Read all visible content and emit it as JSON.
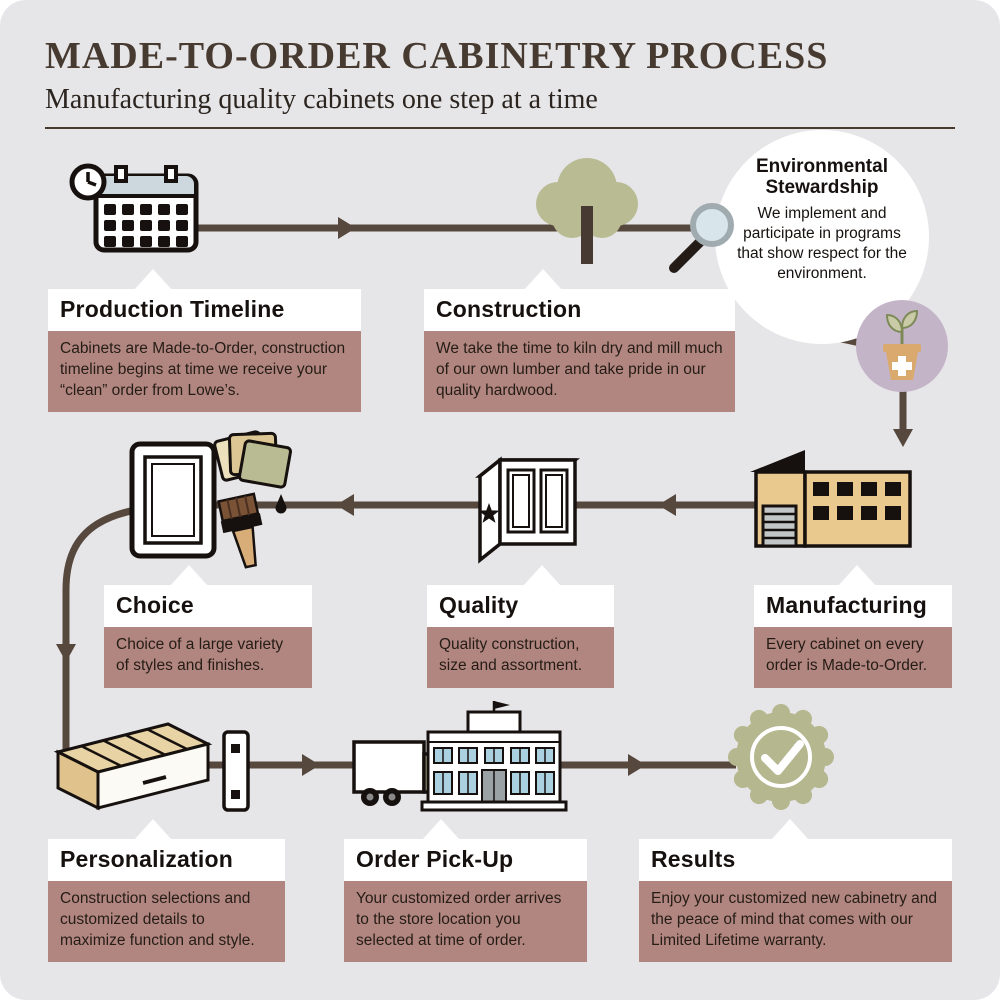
{
  "header": {
    "title": "MADE-TO-ORDER CABINETRY PROCESS",
    "subtitle": "Manufacturing quality cabinets one step at a time"
  },
  "bubble": {
    "title_line1": "Environmental",
    "title_line2": "Stewardship",
    "body": "We implement and participate in programs that show respect for the environment.",
    "icon": "plant-pot-icon"
  },
  "steps": [
    {
      "id": "production-timeline",
      "title": "Production Timeline",
      "desc": "Cabinets are Made-to-Order, construction timeline begins at time we receive your “clean” order  from Lowe’s.",
      "icon": "calendar-clock-icon"
    },
    {
      "id": "construction",
      "title": "Construction",
      "desc": "We take the time to kiln dry and mill much of our own lumber and take pride in our quality hardwood.",
      "icon": "tree-icon, magnifier-icon"
    },
    {
      "id": "manufacturing",
      "title": "Manufacturing",
      "desc": "Every cabinet on every order is Made-to-Order.",
      "icon": "factory-icon"
    },
    {
      "id": "quality",
      "title": "Quality",
      "desc": "Quality construction, size and assortment.",
      "icon": "cabinet-star-icon"
    },
    {
      "id": "choice",
      "title": "Choice",
      "desc": "Choice of a large variety of styles and finishes.",
      "icon": "door-swatches-paintbrush-icon"
    },
    {
      "id": "personalization",
      "title": "Personalization",
      "desc": "Construction selections and customized details to maximize function and style.",
      "icon": "drawer-icon"
    },
    {
      "id": "order-pickup",
      "title": "Order Pick-Up",
      "desc": "Your customized order arrives to the store location you selected at time of order.",
      "icon": "truck-icon, store-icon"
    },
    {
      "id": "results",
      "title": "Results",
      "desc": "Enjoy  your customized new cabinetry and the peace of mind that comes with our Limited Lifetime warranty.",
      "icon": "checkmark-seal-icon"
    }
  ],
  "colors": {
    "background": "#e6e5e7",
    "title_brown": "#463a31",
    "flow_line": "#57483e",
    "desc_box_rose": "#b28680",
    "olive_green": "#b9bb93",
    "lavender_circle": "#c4b4c8",
    "factory_tan": "#eac98e",
    "window_blue": "#abd0df",
    "outline_black": "#16110e"
  }
}
